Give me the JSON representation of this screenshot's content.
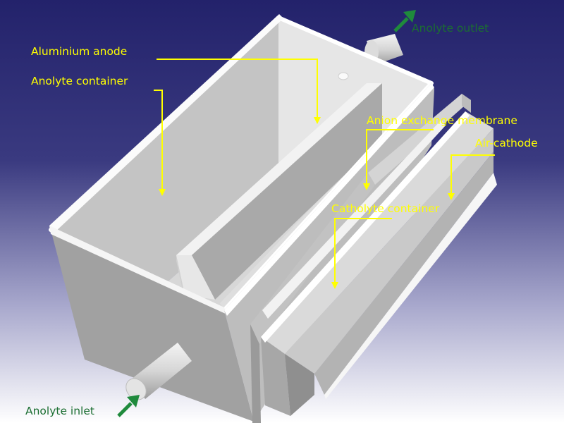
{
  "labels": {
    "anolyte_outlet": "Anolyte outlet",
    "aluminium_anode": "Aluminium anode",
    "anolyte_container": "Anolyte container",
    "anion_exchange_membrane": "Anion exchange membrane",
    "air_cathode": "Air-cathode",
    "catholyte_container": "Catholyte container",
    "anolyte_inlet": "Anolyte inlet"
  },
  "colors": {
    "background_top": "#23226b",
    "background_bottom": "#ffffff",
    "label_yellow": "#ffff00",
    "label_green": "#1b6e31",
    "arrow_green": "#1f8a3c",
    "model_light": "#eeeeee",
    "model_mid": "#b9b9b9",
    "model_dark": "#8e8e8e"
  }
}
